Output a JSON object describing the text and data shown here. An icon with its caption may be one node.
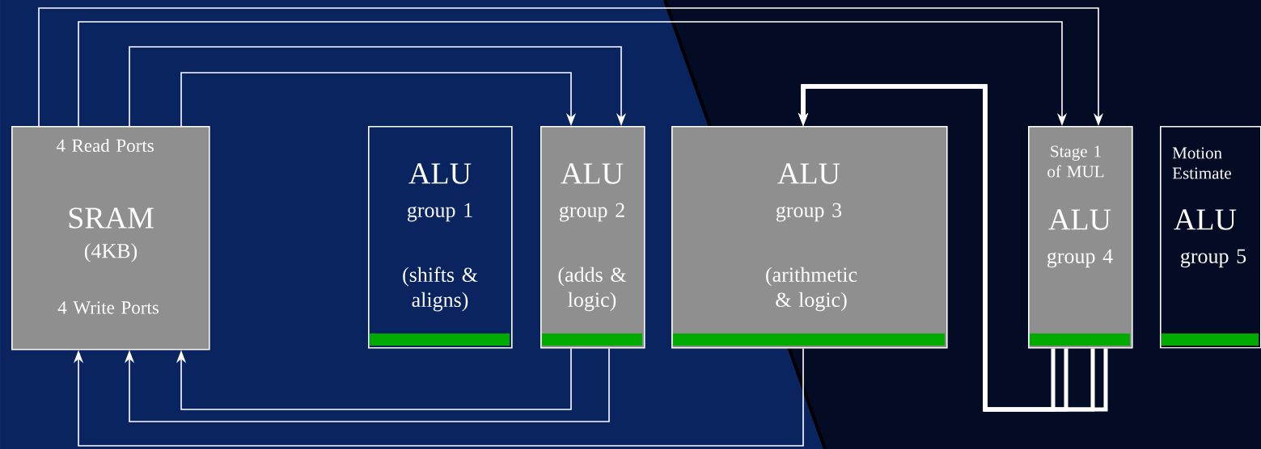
{
  "diagram": {
    "nodes": [
      {
        "text": [
          "4 Read Ports",
          "SRAM",
          "(4KB)",
          "4 Write Ports"
        ]
      },
      {
        "text": [
          "ALU",
          "group 1",
          "(shifts & aligns)"
        ]
      },
      {
        "text": [
          "ALU",
          "group 2",
          "(adds & logic)"
        ]
      },
      {
        "text": [
          "ALU",
          "group 3",
          "(arithmetic & logic)"
        ]
      },
      {
        "text": [
          "Stage 1 of MUL",
          "ALU",
          "group 4"
        ]
      },
      {
        "text": [
          "Motion Estimate",
          "ALU",
          "group 5"
        ]
      }
    ],
    "edges": [
      {
        "from": 0,
        "to": 4,
        "arrow": "to"
      },
      {
        "from": 0,
        "to": 4,
        "arrow": "to"
      },
      {
        "from": 0,
        "to": 2,
        "arrow": "to"
      },
      {
        "from": 0,
        "to": 2,
        "arrow": "to"
      },
      {
        "from": 2,
        "to": 0,
        "arrow": "to"
      },
      {
        "from": 2,
        "to": 0,
        "arrow": "to"
      },
      {
        "from": 3,
        "to": 0,
        "arrow": "to"
      },
      {
        "from": 4,
        "to": 3,
        "arrow": "to",
        "style": "thick"
      },
      {
        "from": 4,
        "to": 3,
        "arrow": "to",
        "style": "thick"
      },
      {
        "from": 4,
        "to": 3,
        "arrow": "to",
        "style": "thick"
      },
      {
        "from": 4,
        "to": 3,
        "arrow": "to",
        "style": "thick"
      }
    ]
  }
}
